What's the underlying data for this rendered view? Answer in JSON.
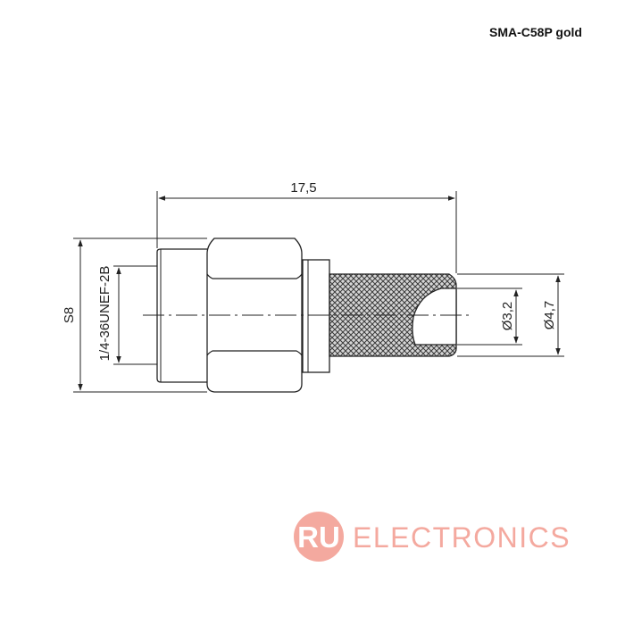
{
  "title": "SMA-C58P gold",
  "dimensions": {
    "overall_length": "17,5",
    "hex_size": "S8",
    "thread": "1/4-36UNEF-2B",
    "inner_diameter": "Ø3,2",
    "outer_diameter": "Ø4,7"
  },
  "watermark": {
    "badge": "RU",
    "text": "ELECTRONICS",
    "color": "#f4a59a"
  }
}
